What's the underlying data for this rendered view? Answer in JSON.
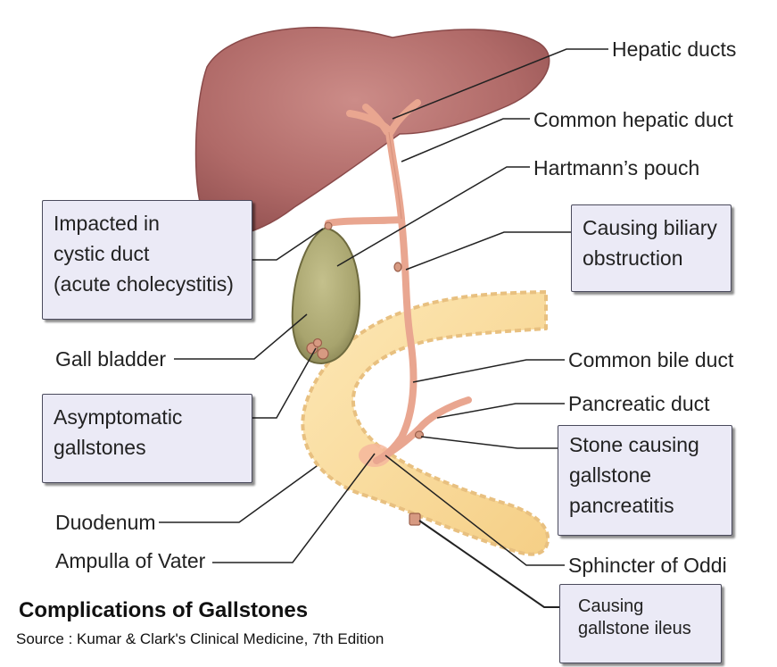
{
  "labels": {
    "hepatic_ducts": "Hepatic ducts",
    "common_hepatic_duct": "Common hepatic duct",
    "hartmanns_pouch": "Hartmann’s pouch",
    "gall_bladder": "Gall bladder",
    "common_bile_duct": "Common bile duct",
    "pancreatic_duct": "Pancreatic duct",
    "duodenum": "Duodenum",
    "ampulla": "Ampulla of Vater",
    "sphincter": "Sphincter of Oddi"
  },
  "boxes": {
    "impacted": [
      "Impacted in",
      "cystic duct",
      "(acute cholecystitis)"
    ],
    "biliary": [
      "Causing biliary",
      "obstruction"
    ],
    "asymptomatic": [
      "Asymptomatic",
      "gallstones"
    ],
    "pancreatitis": [
      "Stone causing",
      "gallstone",
      "pancreatitis"
    ],
    "ileus": [
      "Causing",
      "gallstone ileus"
    ]
  },
  "title": "Complications of Gallstones",
  "source": "Source : Kumar & Clark's Clinical Medicine, 7th Edition",
  "colors": {
    "liver": "#b06a68",
    "duct": "#e9a690",
    "gall_bladder": "#a8a46e",
    "duodenum": "#fbe0a2",
    "stone": "#d79a82",
    "box_fill": "#ebeaf6",
    "leader_line": "#222222"
  }
}
